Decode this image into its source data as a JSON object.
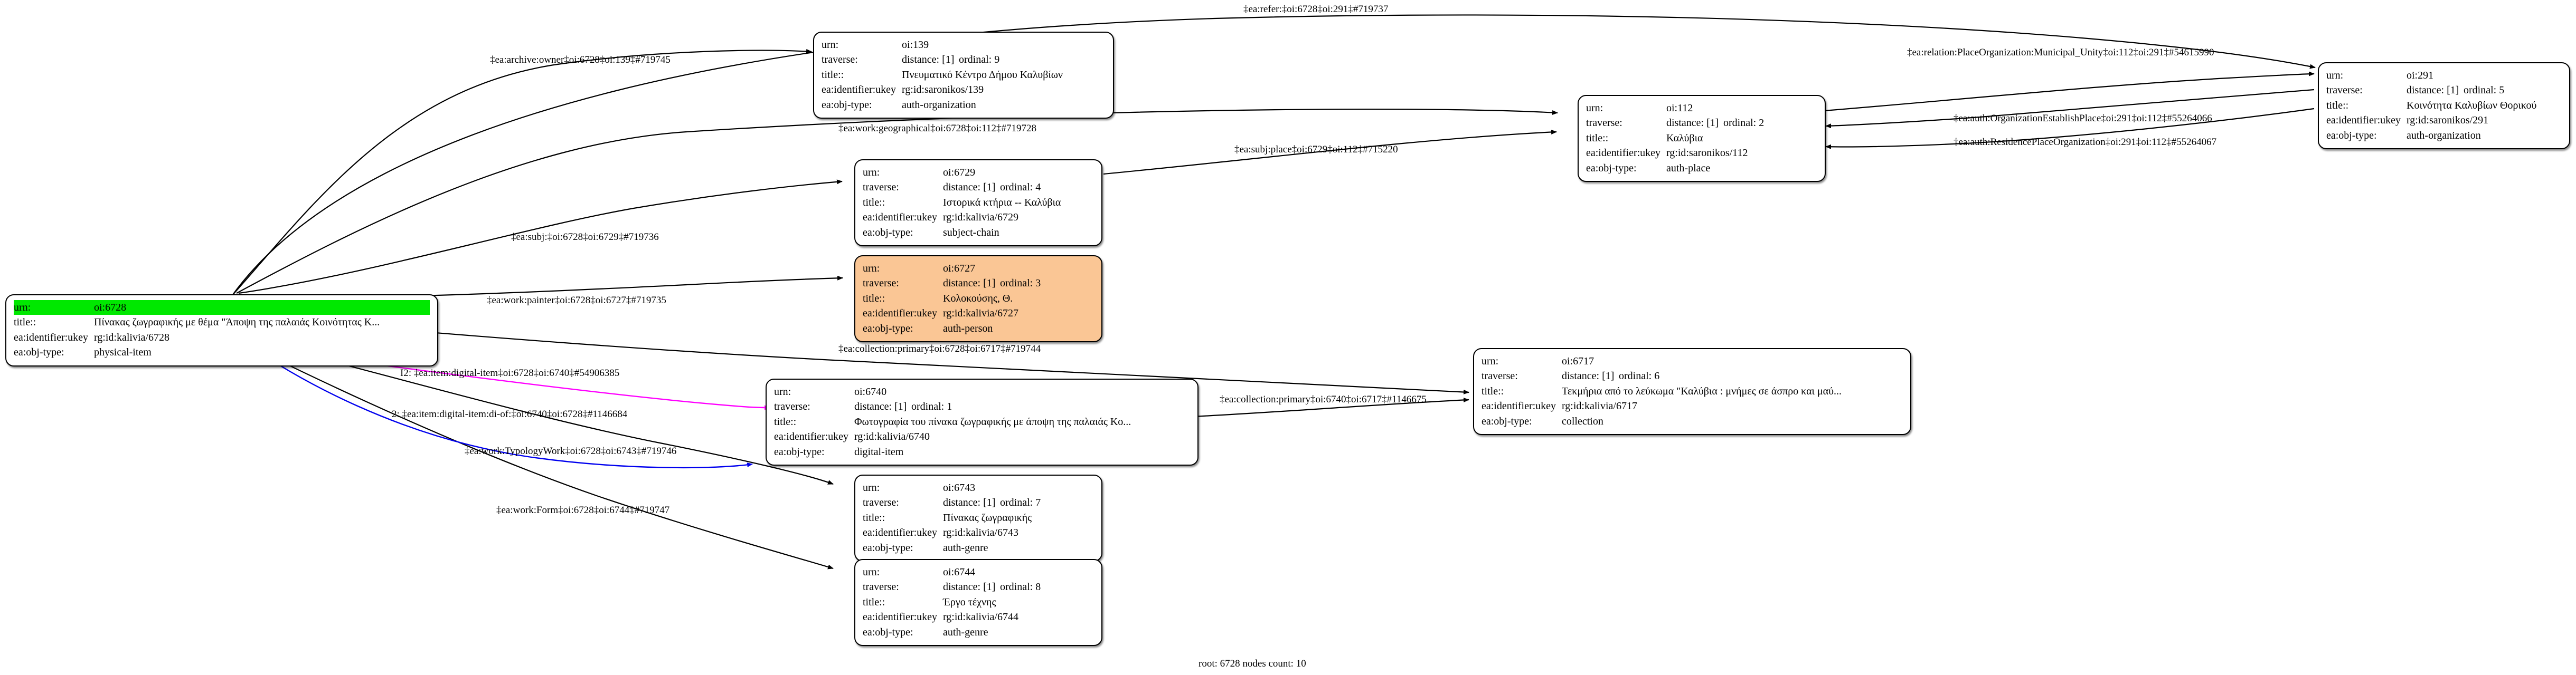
{
  "diagram": {
    "footer": "root: 6728 nodes count: 10",
    "field_labels": {
      "urn": "urn:",
      "traverse": "traverse:",
      "title": "title::",
      "ukey": "ea:identifier:ukey",
      "objtype": "ea:obj-type:"
    },
    "colors": {
      "root_highlight": "#00e800",
      "person_node": "#fac695",
      "edge_default": "#000000",
      "edge_magenta": "#ff00ff",
      "edge_blue": "#0000ee"
    }
  },
  "nodes": [
    {
      "id": "n6728",
      "urn": "oi:6728",
      "traverse": null,
      "distance": null,
      "ordinal": null,
      "title": "Πίνακας ζωγραφικής με θέμα \"Άποψη της παλαιάς Κοινότητας Κ...",
      "ukey": "rg:id:kalivia/6728",
      "objtype": "physical-item",
      "style": "root"
    },
    {
      "id": "n139",
      "urn": "oi:139",
      "traverse": "traverse:",
      "distance": "distance: [1]",
      "ordinal": "ordinal: 9",
      "title": "Πνευματικό Κέντρο Δήμου Καλυβίων",
      "ukey": "rg:id:saronikos/139",
      "objtype": "auth-organization",
      "style": "plain"
    },
    {
      "id": "n6729",
      "urn": "oi:6729",
      "traverse": "traverse:",
      "distance": "distance: [1]",
      "ordinal": "ordinal: 4",
      "title": "Ιστορικά κτήρια -- Καλύβια",
      "ukey": "rg:id:kalivia/6729",
      "objtype": "subject-chain",
      "style": "plain"
    },
    {
      "id": "n6727",
      "urn": "oi:6727",
      "traverse": "traverse:",
      "distance": "distance: [1]",
      "ordinal": "ordinal: 3",
      "title": "Κολοκούσης, Θ.",
      "ukey": "rg:id:kalivia/6727",
      "objtype": "auth-person",
      "style": "orange"
    },
    {
      "id": "n6740",
      "urn": "oi:6740",
      "traverse": "traverse:",
      "distance": "distance: [1]",
      "ordinal": "ordinal: 1",
      "title": "Φωτογραφία του  πίνακα ζωγραφικής με  άποψη της παλαιάς Κο...",
      "ukey": "rg:id:kalivia/6740",
      "objtype": "digital-item",
      "style": "plain"
    },
    {
      "id": "n6743",
      "urn": "oi:6743",
      "traverse": "traverse:",
      "distance": "distance: [1]",
      "ordinal": "ordinal: 7",
      "title": "Πίνακας ζωγραφικής",
      "ukey": "rg:id:kalivia/6743",
      "objtype": "auth-genre",
      "style": "plain"
    },
    {
      "id": "n6744",
      "urn": "oi:6744",
      "traverse": "traverse:",
      "distance": "distance: [1]",
      "ordinal": "ordinal: 8",
      "title": "Έργο τέχνης",
      "ukey": "rg:id:kalivia/6744",
      "objtype": "auth-genre",
      "style": "plain"
    },
    {
      "id": "n6717",
      "urn": "oi:6717",
      "traverse": "traverse:",
      "distance": "distance: [1]",
      "ordinal": "ordinal: 6",
      "title": "Τεκμήρια από το λεύκωμα \"Καλύβια : μνήμες σε άσπρο και μαύ...",
      "ukey": "rg:id:kalivia/6717",
      "objtype": "collection",
      "style": "plain"
    },
    {
      "id": "n112",
      "urn": "oi:112",
      "traverse": "traverse:",
      "distance": "distance: [1]",
      "ordinal": "ordinal: 2",
      "title": "Καλύβια",
      "ukey": "rg:id:saronikos/112",
      "objtype": "auth-place",
      "style": "plain"
    },
    {
      "id": "n291",
      "urn": "oi:291",
      "traverse": "traverse:",
      "distance": "distance: [1]",
      "ordinal": "ordinal: 5",
      "title": "Κοινότητα Καλυβίων Θορικού",
      "ukey": "rg:id:saronikos/291",
      "objtype": "auth-organization",
      "style": "plain"
    }
  ],
  "edges": [
    {
      "id": "e719737",
      "label": "‡ea:refer:‡oi:6728‡oi:291‡#719737",
      "color": "#000000"
    },
    {
      "id": "e719745",
      "label": "‡ea:archive:owner‡oi:6728‡oi:139‡#719745",
      "color": "#000000"
    },
    {
      "id": "e719728",
      "label": "‡ea:work:geographical‡oi:6728‡oi:112‡#719728",
      "color": "#000000"
    },
    {
      "id": "e715220",
      "label": "‡ea:subj:place‡oi:6729‡oi:112‡#715220",
      "color": "#000000"
    },
    {
      "id": "e719736",
      "label": "‡ea:subj:‡oi:6728‡oi:6729‡#719736",
      "color": "#000000"
    },
    {
      "id": "e719735",
      "label": "‡ea:work:painter‡oi:6728‡oi:6727‡#719735",
      "color": "#000000"
    },
    {
      "id": "e719744",
      "label": "‡ea:collection:primary‡oi:6728‡oi:6717‡#719744",
      "color": "#000000"
    },
    {
      "id": "e54906385",
      "label": "I2: ‡ea:item:digital-item‡oi:6728‡oi:6740‡#54906385",
      "color": "#ff00ff"
    },
    {
      "id": "e1146684",
      "label": "2: ‡ea:item:digital-item:di-of:‡oi:6740‡oi:6728‡#1146684",
      "color": "#0000ee"
    },
    {
      "id": "e1146675",
      "label": "‡ea:collection:primary‡oi:6740‡oi:6717‡#1146675",
      "color": "#000000"
    },
    {
      "id": "e719746",
      "label": "‡ea:work:TypologyWork‡oi:6728‡oi:6743‡#719746",
      "color": "#000000"
    },
    {
      "id": "e719747",
      "label": "‡ea:work:Form‡oi:6728‡oi:6744‡#719747",
      "color": "#000000"
    },
    {
      "id": "e54615990",
      "label": "‡ea:relation:PlaceOrganization:Municipal_Unity‡oi:112‡oi:291‡#54615990",
      "color": "#000000"
    },
    {
      "id": "e55264066",
      "label": "‡ea:auth:OrganizationEstablishPlace‡oi:291‡oi:112‡#55264066",
      "color": "#000000"
    },
    {
      "id": "e55264067",
      "label": "‡ea:auth:ResidencePlaceOrganization‡oi:291‡oi:112‡#55264067",
      "color": "#000000"
    }
  ]
}
